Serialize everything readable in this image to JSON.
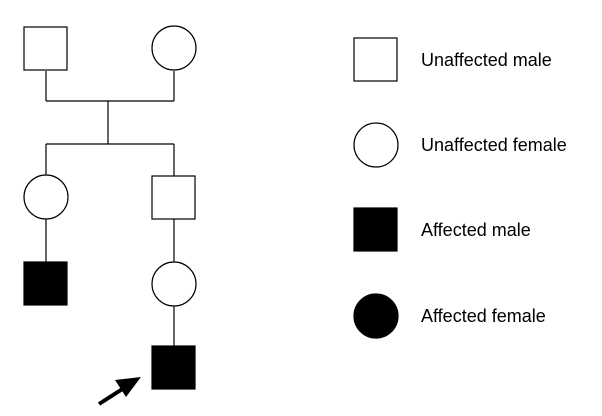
{
  "colors": {
    "stroke": "#000000",
    "affected_fill": "#000000",
    "unaffected_fill": "#ffffff"
  },
  "pedigree": {
    "generations": [
      {
        "generation": 1,
        "members": [
          {
            "id": "gen1-father",
            "sex": "male",
            "status": "unaffected"
          },
          {
            "id": "gen1-mother",
            "sex": "female",
            "status": "unaffected"
          }
        ]
      },
      {
        "generation": 2,
        "members": [
          {
            "id": "gen2-daughter",
            "sex": "female",
            "status": "unaffected",
            "parents": [
              "gen1-father",
              "gen1-mother"
            ]
          },
          {
            "id": "gen2-son",
            "sex": "male",
            "status": "unaffected",
            "parents": [
              "gen1-father",
              "gen1-mother"
            ]
          }
        ]
      },
      {
        "generation": 3,
        "members": [
          {
            "id": "gen3-son-of-daughter",
            "sex": "male",
            "status": "affected",
            "parents": [
              "gen2-daughter"
            ]
          },
          {
            "id": "gen3-daughter-of-son",
            "sex": "female",
            "status": "unaffected",
            "parents": [
              "gen2-son"
            ]
          }
        ]
      },
      {
        "generation": 4,
        "members": [
          {
            "id": "gen4-proband",
            "sex": "male",
            "status": "affected",
            "parents": [
              "gen3-daughter-of-son"
            ],
            "proband": true
          }
        ]
      }
    ],
    "proband_marker": "arrow-icon"
  },
  "legend": {
    "items": [
      {
        "symbol": "square",
        "status": "unaffected",
        "label": "Unaffected male"
      },
      {
        "symbol": "circle",
        "status": "unaffected",
        "label": "Unaffected female"
      },
      {
        "symbol": "square",
        "status": "affected",
        "label": "Affected male"
      },
      {
        "symbol": "circle",
        "status": "affected",
        "label": "Affected female"
      }
    ]
  }
}
